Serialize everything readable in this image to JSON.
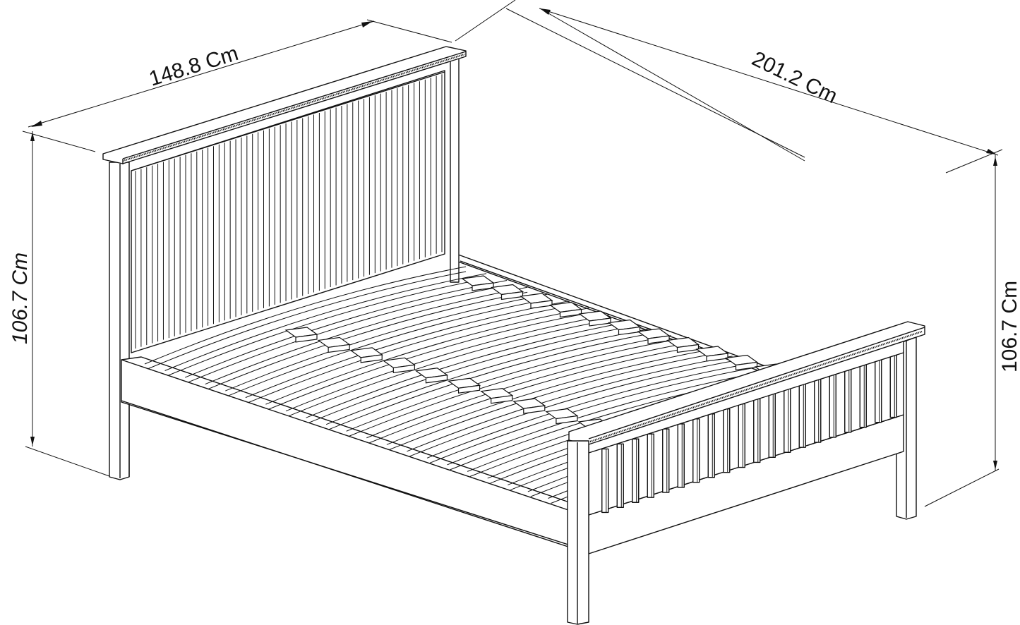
{
  "drawing": {
    "subject": "Bed frame technical line drawing",
    "dimensions": {
      "width_label": "148.8 Cm",
      "length_label": "201.2 Cm",
      "headboard_height_label": "106.7 Cm",
      "footboard_height_label": "106.7 Cm"
    },
    "colors": {
      "line": "#111111",
      "background": "#ffffff"
    }
  }
}
